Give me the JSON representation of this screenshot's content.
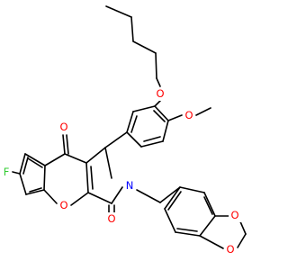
{
  "colors": {
    "bond": "#000000",
    "O": "#ff0000",
    "N": "#0000ff",
    "F": "#33cc33",
    "background": "#ffffff"
  },
  "atoms": [
    {
      "id": "O_butoxy",
      "label": "O",
      "element": "O"
    },
    {
      "id": "O_methoxy",
      "label": "O",
      "element": "O"
    },
    {
      "id": "O_ketone",
      "label": "O",
      "element": "O"
    },
    {
      "id": "O_ring",
      "label": "O",
      "element": "O"
    },
    {
      "id": "O_lactam",
      "label": "O",
      "element": "O"
    },
    {
      "id": "N_lactam",
      "label": "N",
      "element": "N"
    },
    {
      "id": "F",
      "label": "F",
      "element": "F"
    },
    {
      "id": "O_diox1",
      "label": "O",
      "element": "O"
    },
    {
      "id": "O_diox2",
      "label": "O",
      "element": "O"
    }
  ]
}
